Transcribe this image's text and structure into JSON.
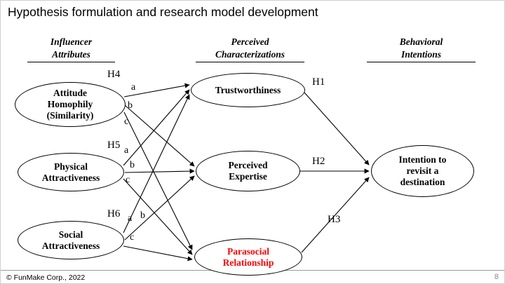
{
  "slide": {
    "title": "Hypothesis formulation and research model development",
    "footer": "© FunMake Corp., 2022",
    "page_number": "8"
  },
  "headers": {
    "influencer": "Influencer\nAttributes",
    "perceived": "Perceived\nCharacterizations",
    "behavioral": "Behavioral\nIntentions"
  },
  "nodes": {
    "attitude_homophily": "Attitude\nHomophily\n(Similarity)",
    "physical_attractiveness": "Physical\nAttractiveness",
    "social_attractiveness": "Social\nAttractiveness",
    "trustworthiness": "Trustworthiness",
    "perceived_expertise": "Perceived\nExpertise",
    "parasocial_relationship": "Parasocial\nRelationship",
    "intention": "Intention to\nrevisit a\ndestination"
  },
  "hypotheses": {
    "h1": "H1",
    "h2": "H2",
    "h3": "H3",
    "h4": "H4",
    "h5": "H5",
    "h6": "H6",
    "sub_a": "a",
    "sub_b": "b",
    "sub_c": "c"
  },
  "colors": {
    "parasocial_text": "#ff0000",
    "arrow": "#000000"
  }
}
